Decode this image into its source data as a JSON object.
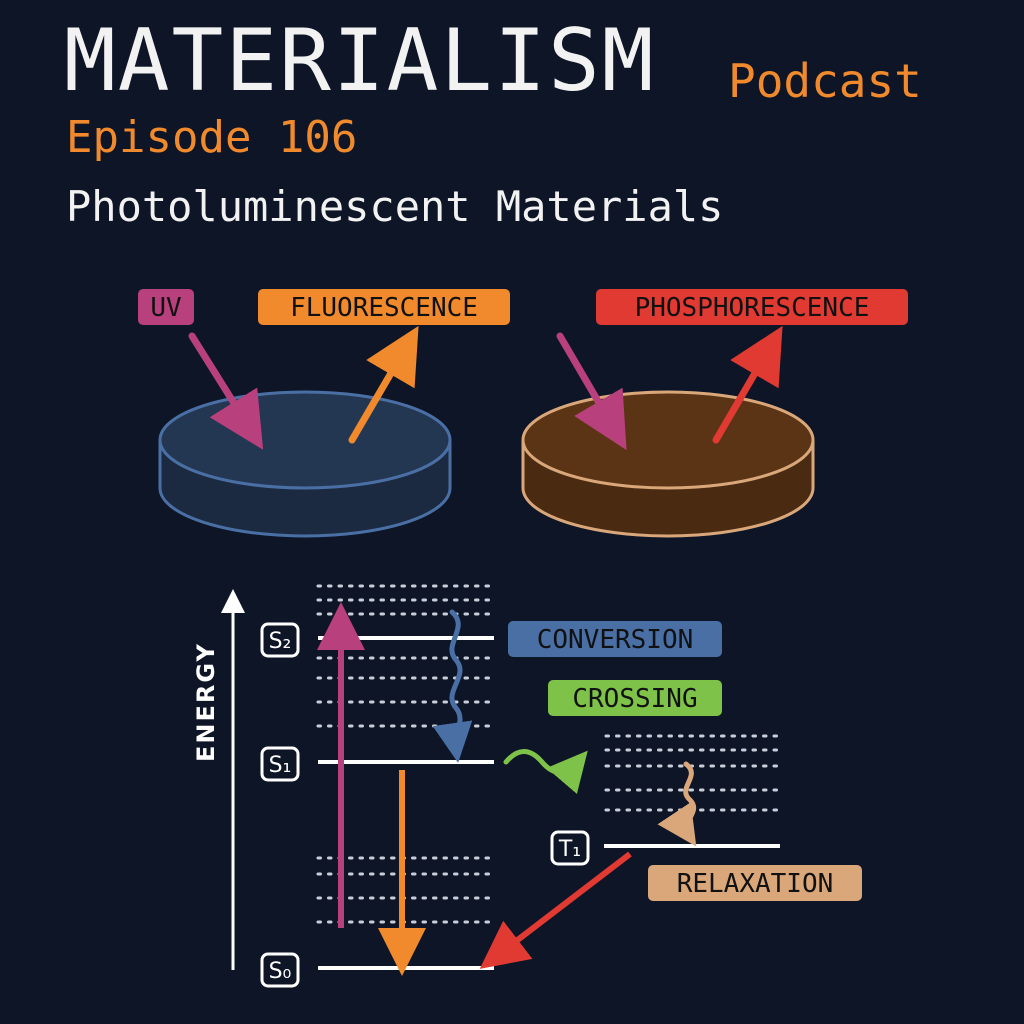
{
  "header": {
    "brand": "MATERIALISM",
    "podcast": "Podcast",
    "episode": "Episode 106",
    "subtitle": "Photoluminescent Materials"
  },
  "labels": {
    "uv": "UV",
    "fluorescence": "FLUORESCENCE",
    "phosphorescence": "PHOSPHORESCENCE",
    "conversion": "CONVERSION",
    "crossing": "CROSSING",
    "relaxation": "RELAXATION",
    "energy": "ENERGY"
  },
  "levels": {
    "s2": "S₂",
    "s1": "S₁",
    "s0": "S₀",
    "t1": "T₁"
  },
  "colors": {
    "background": "#0d1526",
    "uv": "#b8407c",
    "fluorescence": "#f08a2c",
    "phosphorescence": "#e03a33",
    "conversion": "#4a6fa5",
    "crossing": "#7ec24a",
    "relaxation": "#d9a77a",
    "disk_blue": "#243752",
    "disk_brown": "#5a3414"
  }
}
